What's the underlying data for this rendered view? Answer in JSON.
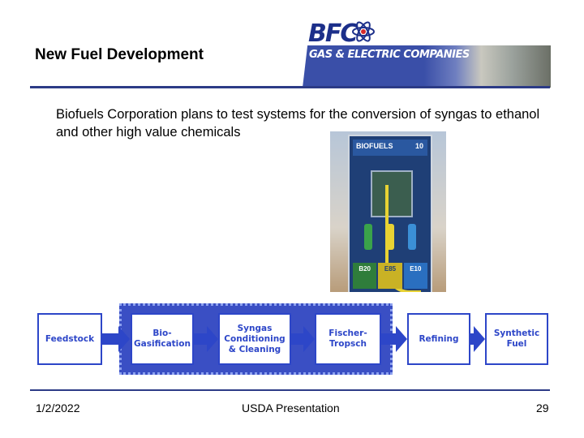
{
  "slide": {
    "title": "New Fuel Development",
    "body": "Biofuels Corporation plans to test systems for the conversion of  syngas to ethanol and other high value chemicals"
  },
  "logo": {
    "mark": "BFC",
    "company": "GAS & ELECTRIC COMPANIES",
    "colors": {
      "navy": "#1c2f8a",
      "strip": "#3a4fa8"
    }
  },
  "photo": {
    "pump_brand": "BIOFUELS",
    "pump_number": "10",
    "grades": [
      "B20",
      "E85",
      "E10"
    ]
  },
  "flow": {
    "steps": [
      {
        "label": "Feedstock"
      },
      {
        "label": "Bio-\nGasification"
      },
      {
        "label": "Syngas\nConditioning\n& Cleaning"
      },
      {
        "label": "Fischer-\nTropsch"
      },
      {
        "label": "Refining"
      },
      {
        "label": "Synthetic\nFuel"
      }
    ],
    "colors": {
      "box_text": "#2d46c8",
      "highlight": "#3a4fc4"
    }
  },
  "footer": {
    "date": "1/2/2022",
    "center": "USDA Presentation",
    "page": "29"
  }
}
